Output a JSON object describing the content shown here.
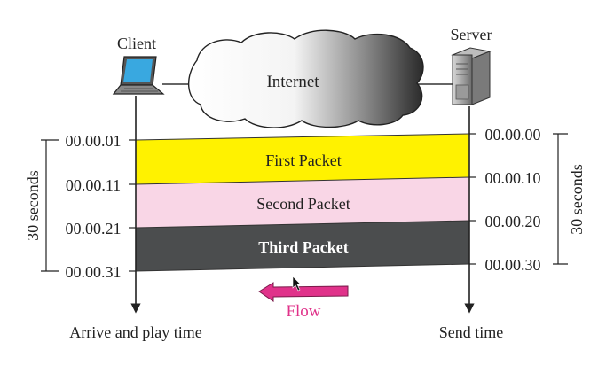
{
  "nodes": {
    "client_label": "Client",
    "server_label": "Server",
    "internet_label": "Internet"
  },
  "packets": [
    {
      "label": "First Packet",
      "color": "#fff200",
      "text_color": "#222222"
    },
    {
      "label": "Second Packet",
      "color": "#f9d6e6",
      "text_color": "#222222"
    },
    {
      "label": "Third Packet",
      "color": "#4b4d4e",
      "text_color": "#ffffff"
    }
  ],
  "client_timeline": {
    "times": [
      "00.00.01",
      "00.00.11",
      "00.00.21",
      "00.00.31"
    ],
    "span_label": "30 seconds",
    "axis_label": "Arrive and play time"
  },
  "server_timeline": {
    "times": [
      "00.00.00",
      "00.00.10",
      "00.00.20",
      "00.00.30"
    ],
    "span_label": "30 seconds",
    "axis_label": "Send time"
  },
  "flow": {
    "label": "Flow",
    "color": "#e0328a"
  }
}
